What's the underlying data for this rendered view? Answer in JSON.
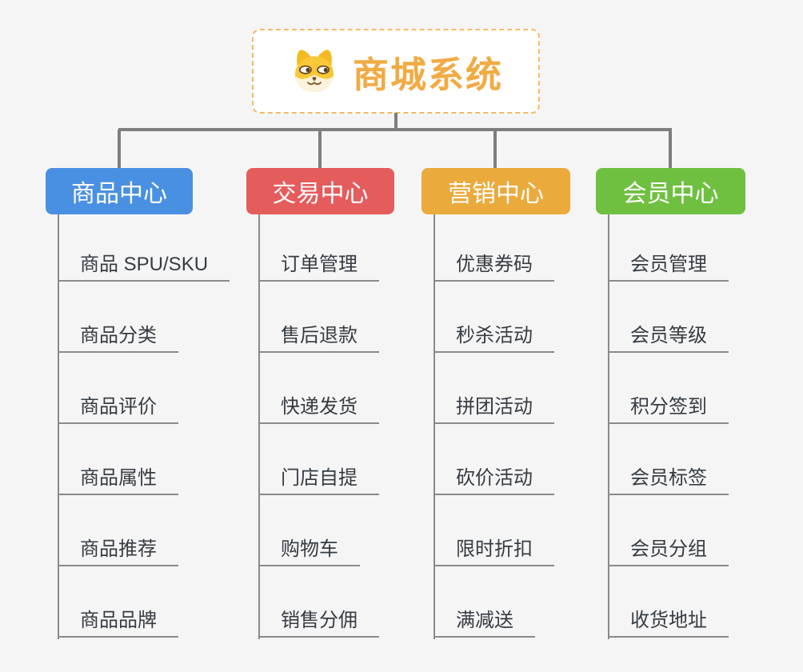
{
  "root": {
    "title": "商城系统",
    "icon": "shiba-dog-icon",
    "accent_color": "#f1ab44",
    "border_color": "#f5bb64"
  },
  "connector_color": "#7e7e7e",
  "branches": [
    {
      "label": "商品中心",
      "color": "#4a90e2",
      "items": [
        "商品 SPU/SKU",
        "商品分类",
        "商品评价",
        "商品属性",
        "商品推荐",
        "商品品牌"
      ]
    },
    {
      "label": "交易中心",
      "color": "#e55c5c",
      "items": [
        "订单管理",
        "售后退款",
        "快递发货",
        "门店自提",
        "购物车",
        "销售分佣"
      ]
    },
    {
      "label": "营销中心",
      "color": "#ebaa3c",
      "items": [
        "优惠券码",
        "秒杀活动",
        "拼团活动",
        "砍价活动",
        "限时折扣",
        "满减送"
      ]
    },
    {
      "label": "会员中心",
      "color": "#6fc040",
      "items": [
        "会员管理",
        "会员等级",
        "积分签到",
        "会员标签",
        "会员分组",
        "收货地址"
      ]
    }
  ]
}
